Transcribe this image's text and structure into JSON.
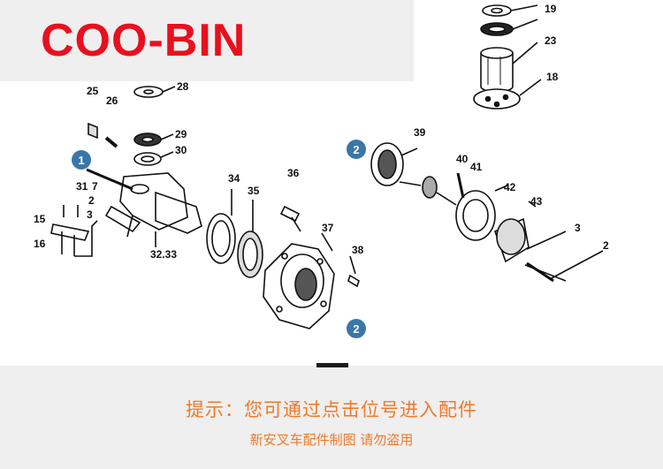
{
  "brand": {
    "name": "COO-BIN",
    "color": "#e8101e"
  },
  "part_labels": [
    "19",
    "23",
    "18",
    "28",
    "25",
    "26",
    "29",
    "30",
    "31",
    "7",
    "2",
    "3",
    "15",
    "16",
    "32.33",
    "34",
    "35",
    "36",
    "37",
    "38",
    "39",
    "40",
    "41",
    "42",
    "43",
    "3",
    "2"
  ],
  "markers": [
    "1",
    "2",
    "2"
  ],
  "footer": {
    "hint": "提示：您可通过点击位号进入配件",
    "copyright": "新安叉车配件制图 请勿盗用",
    "text_color": "#f07a2a"
  }
}
